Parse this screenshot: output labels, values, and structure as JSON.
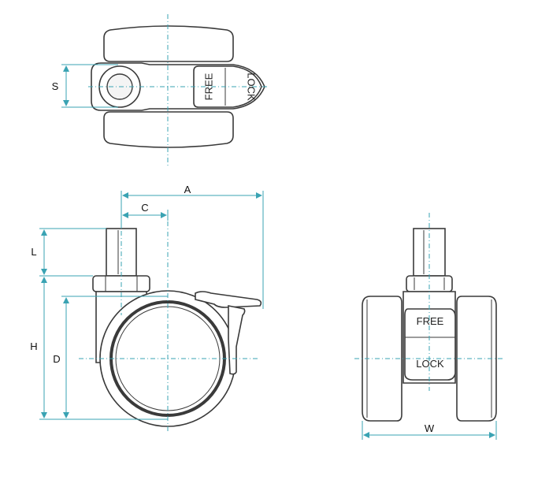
{
  "dimension_labels": {
    "S": "S",
    "A": "A",
    "C": "C",
    "L": "L",
    "H": "H",
    "D": "D",
    "W": "W"
  },
  "brake_labels": {
    "free": "FREE",
    "lock": "LOCK"
  },
  "colors": {
    "outline": "#3a3a3a",
    "dimension": "#3aa3b3"
  }
}
